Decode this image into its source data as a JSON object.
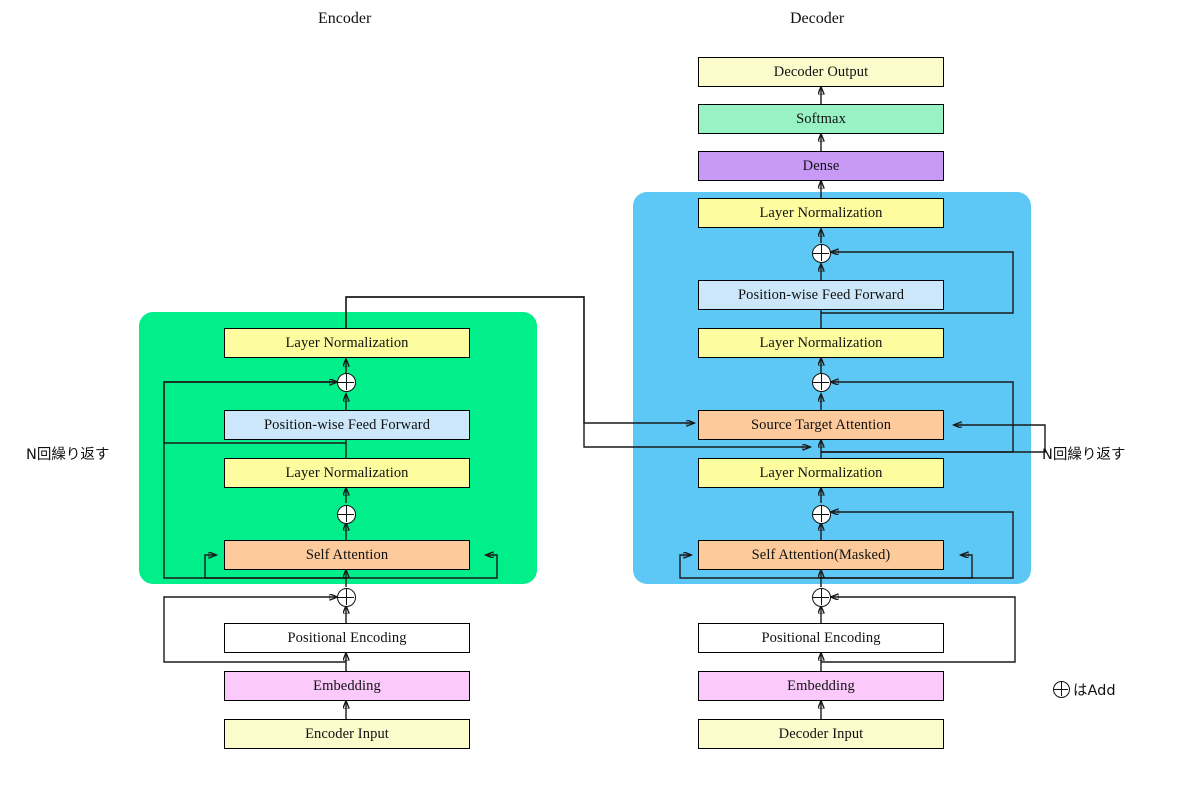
{
  "diagram": {
    "title_encoder": "Encoder",
    "title_decoder": "Decoder",
    "repeat_label_left": "N回繰り返す",
    "repeat_label_right": "N回繰り返す",
    "legend_add_text": "はAdd",
    "legend_add_icon": "plus-circle-icon"
  },
  "colors": {
    "encoder_panel": "#00ef8b",
    "decoder_panel": "#5dc8f5",
    "layer_norm": "#fdfda0",
    "io_block": "#fbfbcc",
    "attention": "#fcca9b",
    "feed_forward": "#cce7f9",
    "positional_encoding": "#ffffff",
    "embedding": "#fbc9fb",
    "dense": "#c89af5",
    "softmax": "#99f2c4",
    "wire": "#1a1a1a"
  },
  "encoder": {
    "blocks": [
      {
        "id": "enc-layer-norm-top",
        "label": "Layer Normalization"
      },
      {
        "id": "enc-feed-forward",
        "label": "Position-wise Feed Forward"
      },
      {
        "id": "enc-layer-norm-bottom",
        "label": "Layer Normalization"
      },
      {
        "id": "enc-self-attention",
        "label": "Self Attention"
      },
      {
        "id": "enc-positional",
        "label": "Positional Encoding"
      },
      {
        "id": "enc-embedding",
        "label": "Embedding"
      },
      {
        "id": "enc-input",
        "label": "Encoder Input"
      }
    ]
  },
  "decoder": {
    "blocks": [
      {
        "id": "dec-output",
        "label": "Decoder Output"
      },
      {
        "id": "dec-softmax",
        "label": "Softmax"
      },
      {
        "id": "dec-dense",
        "label": "Dense"
      },
      {
        "id": "dec-layer-norm-top",
        "label": "Layer Normalization"
      },
      {
        "id": "dec-feed-forward",
        "label": "Position-wise Feed Forward"
      },
      {
        "id": "dec-layer-norm-mid",
        "label": "Layer Normalization"
      },
      {
        "id": "dec-cross-attention",
        "label": "Source Target Attention"
      },
      {
        "id": "dec-layer-norm-bottom",
        "label": "Layer Normalization"
      },
      {
        "id": "dec-self-attention",
        "label": "Self Attention(Masked)"
      },
      {
        "id": "dec-positional",
        "label": "Positional Encoding"
      },
      {
        "id": "dec-embedding",
        "label": "Embedding"
      },
      {
        "id": "dec-input",
        "label": "Decoder Input"
      }
    ]
  }
}
